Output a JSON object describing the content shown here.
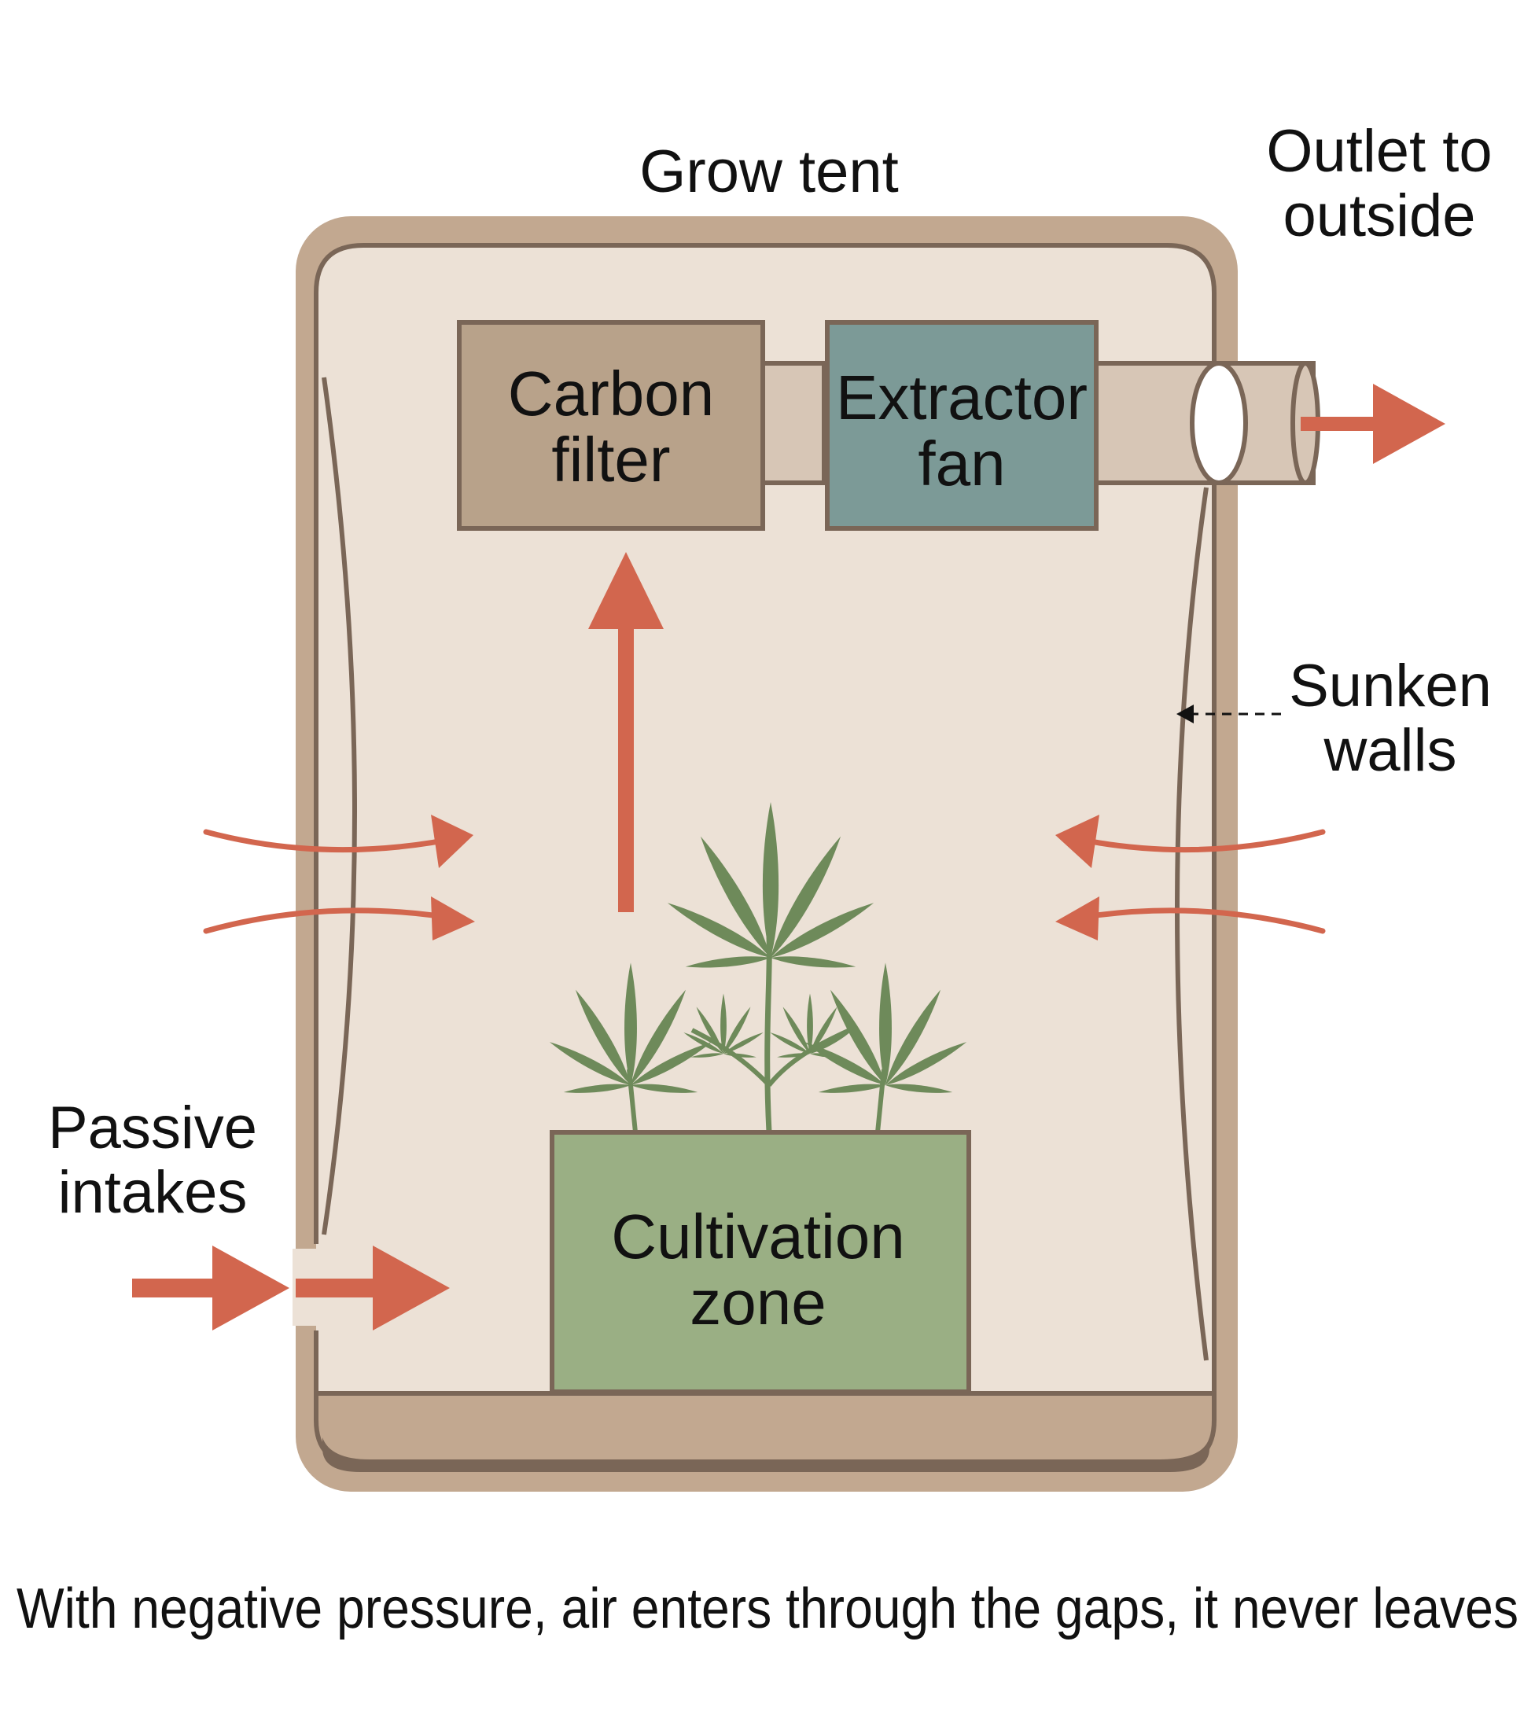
{
  "labels": {
    "tent_title": "Grow tent",
    "outlet_line1": "Outlet to",
    "outlet_line2": "outside",
    "sunken_line1": "Sunken",
    "sunken_line2": "walls",
    "passive_line1": "Passive",
    "passive_line2": "intakes"
  },
  "boxes": {
    "carbon_line1": "Carbon",
    "carbon_line2": "filter",
    "fan_line1": "Extractor",
    "fan_line2": "fan",
    "zone_line1": "Cultivation",
    "zone_line2": "zone"
  },
  "caption": "With negative pressure, air enters through the gaps, it never leaves",
  "colors": {
    "tent_frame": "#c2a890",
    "tent_interior": "#ece1d6",
    "outline": "#7a6657",
    "carbon_filter": "#b8a28a",
    "extractor_fan": "#7c9a97",
    "cultivation_zone": "#9aaf84",
    "plant": "#6e8a5a",
    "airflow_arrow": "#d2664e"
  }
}
